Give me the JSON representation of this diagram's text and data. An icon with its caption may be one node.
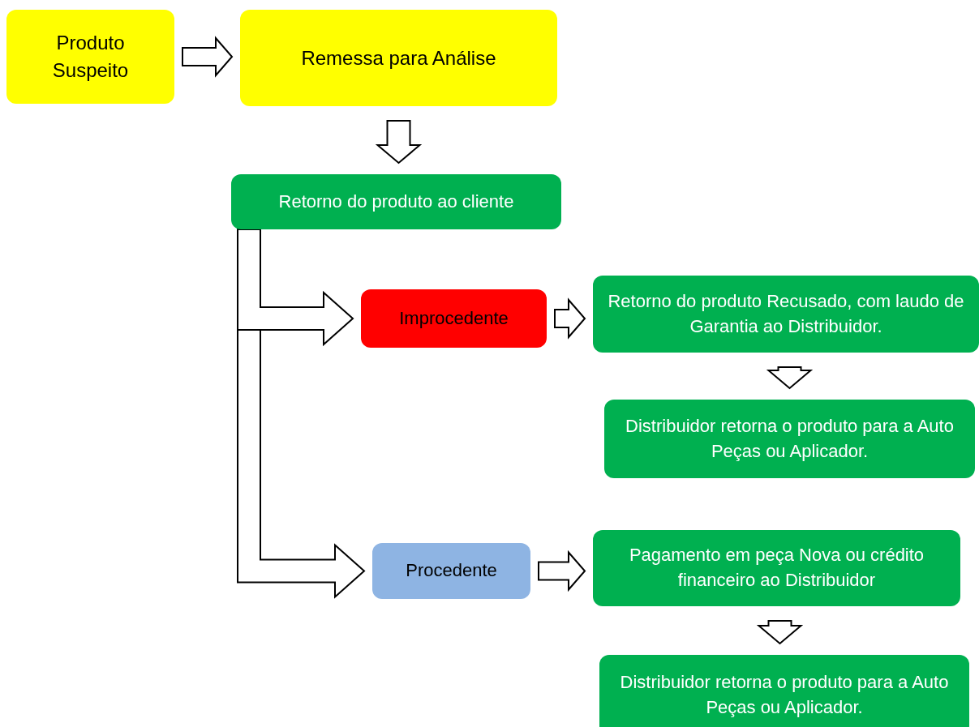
{
  "diagram": {
    "nodes": [
      {
        "text": [
          "Produto Suspeito"
        ]
      },
      {
        "text": [
          "Remessa para Análise"
        ]
      },
      {
        "text": [
          "Retorno do produto ao cliente"
        ]
      },
      {
        "text": [
          "Improcedente"
        ]
      },
      {
        "text": [
          "Retorno do produto Recusado, com laudo de Garantia ao Distribuidor."
        ]
      },
      {
        "text": [
          "Distribuidor retorna o produto para a Auto Peças ou Aplicador."
        ]
      },
      {
        "text": [
          "Procedente"
        ]
      },
      {
        "text": [
          "Pagamento em peça Nova ou crédito financeiro ao Distribuidor"
        ]
      },
      {
        "text": [
          "Distribuidor retorna o produto para a Auto Peças ou Aplicador."
        ]
      }
    ],
    "edges": [
      {
        "from": 0,
        "to": 1,
        "arrow": "to"
      },
      {
        "from": 1,
        "to": 2,
        "arrow": "to"
      },
      {
        "from": 2,
        "to": 3,
        "arrow": "to"
      },
      {
        "from": 2,
        "to": 6,
        "arrow": "to"
      },
      {
        "from": 3,
        "to": 4,
        "arrow": "to"
      },
      {
        "from": 4,
        "to": 5,
        "arrow": "to"
      },
      {
        "from": 6,
        "to": 7,
        "arrow": "to"
      },
      {
        "from": 7,
        "to": 8,
        "arrow": "to"
      }
    ]
  }
}
